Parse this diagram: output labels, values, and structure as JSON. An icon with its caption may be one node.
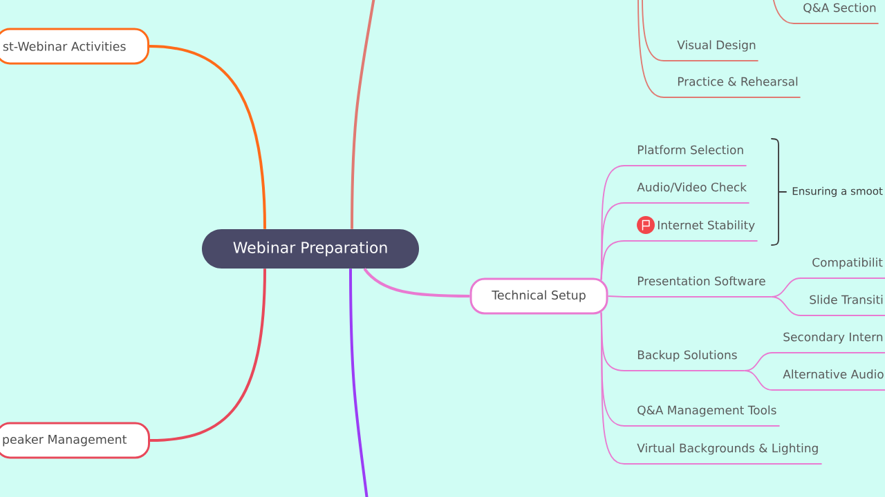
{
  "diagram": {
    "nodes": [
      {
        "text": [
          "Webinar Preparation"
        ]
      },
      {
        "text": [
          "st-Webinar Activities"
        ]
      },
      {
        "text": [
          "peaker Management"
        ]
      },
      {
        "text": [
          "Technical Setup"
        ]
      },
      {
        "text": [
          "Platform Selection"
        ]
      },
      {
        "text": [
          "Audio/Video Check"
        ]
      },
      {
        "text": [
          "Internet Stability"
        ]
      },
      {
        "text": [
          "Presentation Software"
        ]
      },
      {
        "text": [
          "Compatibilit"
        ]
      },
      {
        "text": [
          "Slide Transiti"
        ]
      },
      {
        "text": [
          "Backup Solutions"
        ]
      },
      {
        "text": [
          "Secondary Intern"
        ]
      },
      {
        "text": [
          "Alternative Audio"
        ]
      },
      {
        "text": [
          "Q&A Management Tools"
        ]
      },
      {
        "text": [
          "Virtual Backgrounds & Lighting"
        ]
      },
      {
        "text": [
          "Q&A Section"
        ]
      },
      {
        "text": [
          "Visual Design"
        ]
      },
      {
        "text": [
          "Practice & Rehearsal"
        ]
      }
    ],
    "edges": [
      {
        "from": 0,
        "to": 1,
        "arrow": "none",
        "style": "thick",
        "color": "#ff6b1a"
      },
      {
        "from": 0,
        "to": 2,
        "arrow": "none",
        "style": "thick",
        "color": "#e8485a"
      },
      {
        "from": 0,
        "to": null,
        "arrow": "none",
        "style": "thick",
        "color": "#e07a72"
      },
      {
        "from": 0,
        "to": null,
        "arrow": "none",
        "style": "thick",
        "color": "#9b3df5"
      },
      {
        "from": 0,
        "to": 3,
        "arrow": "none",
        "style": "thick"
      },
      {
        "from": 3,
        "to": 4,
        "arrow": "none"
      },
      {
        "from": 3,
        "to": 5,
        "arrow": "none"
      },
      {
        "from": 3,
        "to": 6,
        "arrow": "none"
      },
      {
        "from": 3,
        "to": 7,
        "arrow": "none"
      },
      {
        "from": 3,
        "to": 10,
        "arrow": "none"
      },
      {
        "from": 3,
        "to": 13,
        "arrow": "none"
      },
      {
        "from": 3,
        "to": 14,
        "arrow": "none"
      },
      {
        "from": 7,
        "to": 8,
        "arrow": "none"
      },
      {
        "from": 7,
        "to": 9,
        "arrow": "none"
      },
      {
        "from": 10,
        "to": 11,
        "arrow": "none"
      },
      {
        "from": 10,
        "to": 12,
        "arrow": "none"
      },
      {
        "from": null,
        "to": 15,
        "arrow": "none",
        "color": "#e07a72"
      },
      {
        "from": null,
        "to": 16,
        "arrow": "none",
        "color": "#e07a72"
      },
      {
        "from": null,
        "to": 17,
        "arrow": "none",
        "color": "#e07a72"
      }
    ],
    "labels": [
      "Ensuring a smoot"
    ]
  }
}
